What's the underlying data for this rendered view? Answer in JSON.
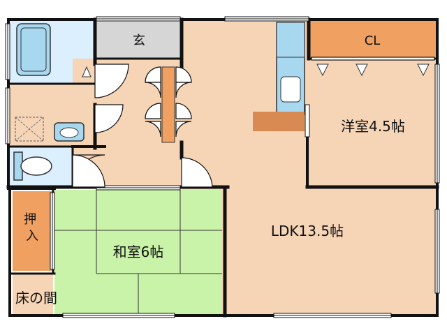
{
  "floor_plan": {
    "rooms": {
      "genkan": "玄",
      "closet": "CL",
      "western_room": "洋室4.5帖",
      "ldk": "LDK13.5帖",
      "japanese_room": "和室6帖",
      "oshiire": "押入",
      "tokonoma": "床の間"
    },
    "colors": {
      "floor": "#f6d4b6",
      "storage": "#f0a060",
      "tatami": "#c9f3a8",
      "wet_area": "#dcefff",
      "fixture": "#a8d8f0",
      "genkan": "#d6d6d6",
      "counter": "#d98a52",
      "wall": "#111111"
    }
  }
}
